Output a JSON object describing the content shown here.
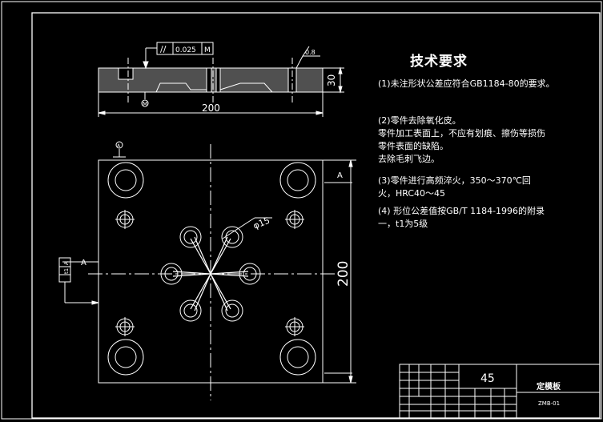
{
  "drawing": {
    "flatness_symbol": "//",
    "flatness_value": "0.025",
    "datum_ref": "M",
    "roughness_value": "0.8",
    "thickness_dim": "30",
    "width_dim": "200",
    "height_dim": "200",
    "datum_a": "A",
    "section_label": "A",
    "hole_dia_dim": "φ15",
    "perp_frame_value": "t1",
    "perp_frame_ref": "A"
  },
  "tech_requirements": {
    "title": "技术要求",
    "items": [
      "(1)未注形状公差应符合GB1184-80的要求。",
      "(2)零件去除氧化皮。",
      "零件加工表面上，不应有划痕、擦伤等损伤",
      "零件表面的缺陷。",
      "去除毛刺飞边。",
      "(3)零件进行高频淬火，350～370℃回",
      "火，HRC40～45",
      "(4) 形位公差值按GB/T 1184-1996的附录",
      "一，t1为5级"
    ]
  },
  "title_block": {
    "quantity": "45",
    "part_name": "定模板",
    "drawing_no": "ZMB-01"
  }
}
